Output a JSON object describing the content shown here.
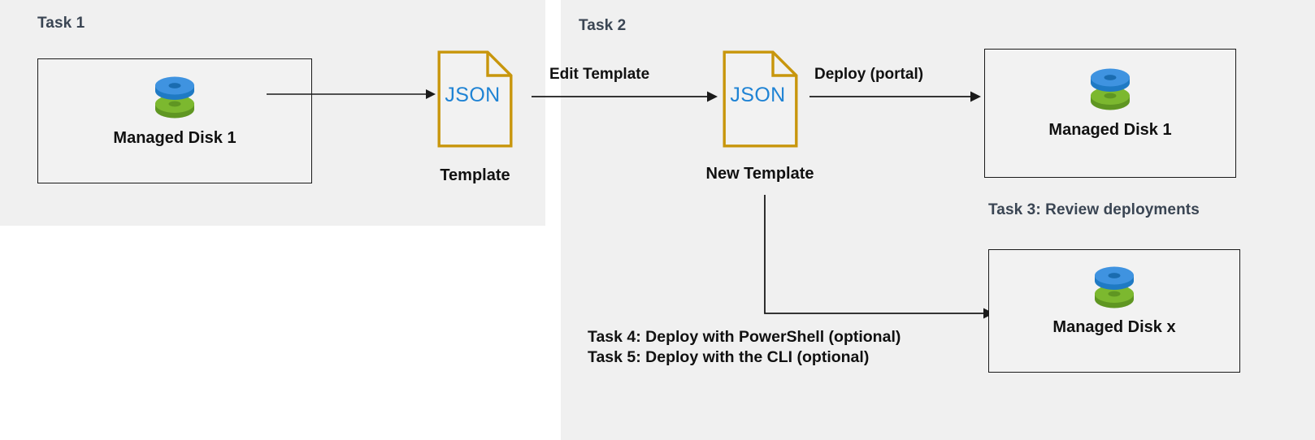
{
  "panels": {
    "left": {
      "label": "Task 1 panel"
    },
    "right": {
      "label": "Task 2 panel"
    }
  },
  "headings": {
    "task1": "Task 1",
    "task2": "Task 2",
    "task3": "Task 3: Review deployments"
  },
  "boxes": {
    "disk1_left": {
      "label": "Managed Disk 1",
      "icon": "managed-disk-icon"
    },
    "disk1_right": {
      "label": "Managed Disk 1",
      "icon": "managed-disk-icon"
    },
    "diskx": {
      "label": "Managed Disk x",
      "icon": "managed-disk-icon"
    }
  },
  "documents": {
    "template": {
      "body": "JSON",
      "caption": "Template",
      "icon": "json-file-icon"
    },
    "new_template": {
      "body": "JSON",
      "caption": "New Template",
      "icon": "json-file-icon"
    }
  },
  "arrows": {
    "export": {
      "label": "",
      "icon": "arrow-right-icon"
    },
    "edit_template": {
      "label": "Edit Template",
      "icon": "arrow-right-icon"
    },
    "deploy_portal": {
      "label": "Deploy (portal)",
      "icon": "arrow-right-icon"
    },
    "deploy_elbow": {
      "label": "",
      "icon": "elbow-arrow-icon"
    }
  },
  "optional_tasks": {
    "task4": "Task 4: Deploy with PowerShell (optional)",
    "task5": "Task 5: Deploy with the CLI (optional)"
  },
  "colors": {
    "panel_background": "#f0f0f0",
    "page_background": "#ffffff",
    "box_border": "#1a1a1a",
    "box_fill": "#f2f2f2",
    "heading_text": "#3a4553",
    "body_text": "#111111",
    "json_accent": "#1f83d4",
    "doc_border": "#c8960c",
    "disk_blue_top": "#3f93e0",
    "disk_blue_side": "#1f7ac4",
    "disk_green_top": "#7cb82f",
    "disk_green_side": "#5f9622",
    "arrow_stroke": "#1a1a1a"
  }
}
